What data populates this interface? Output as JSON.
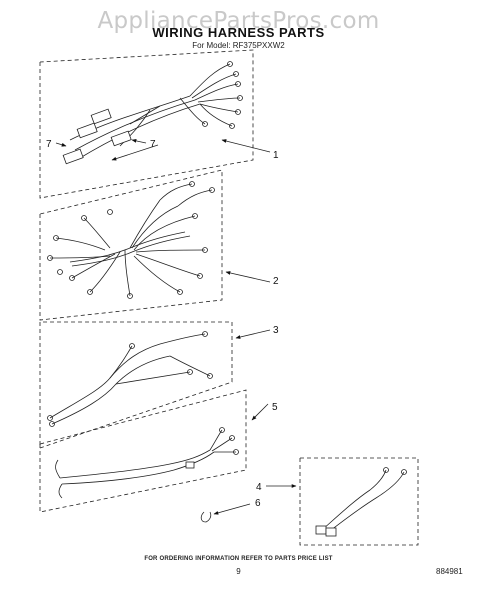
{
  "watermark": "AppliancePartsPros.com",
  "title": "WIRING HARNESS PARTS",
  "subtitle": "For Model: RF375PXXW2",
  "callouts": {
    "part1": "1",
    "part2": "2",
    "part3": "3",
    "part4": "4",
    "part5": "5",
    "part6": "6",
    "part7a": "7",
    "part7b": "7"
  },
  "footer": "FOR ORDERING INFORMATION REFER TO PARTS PRICE LIST",
  "page_number": "9",
  "document_number": "884981"
}
